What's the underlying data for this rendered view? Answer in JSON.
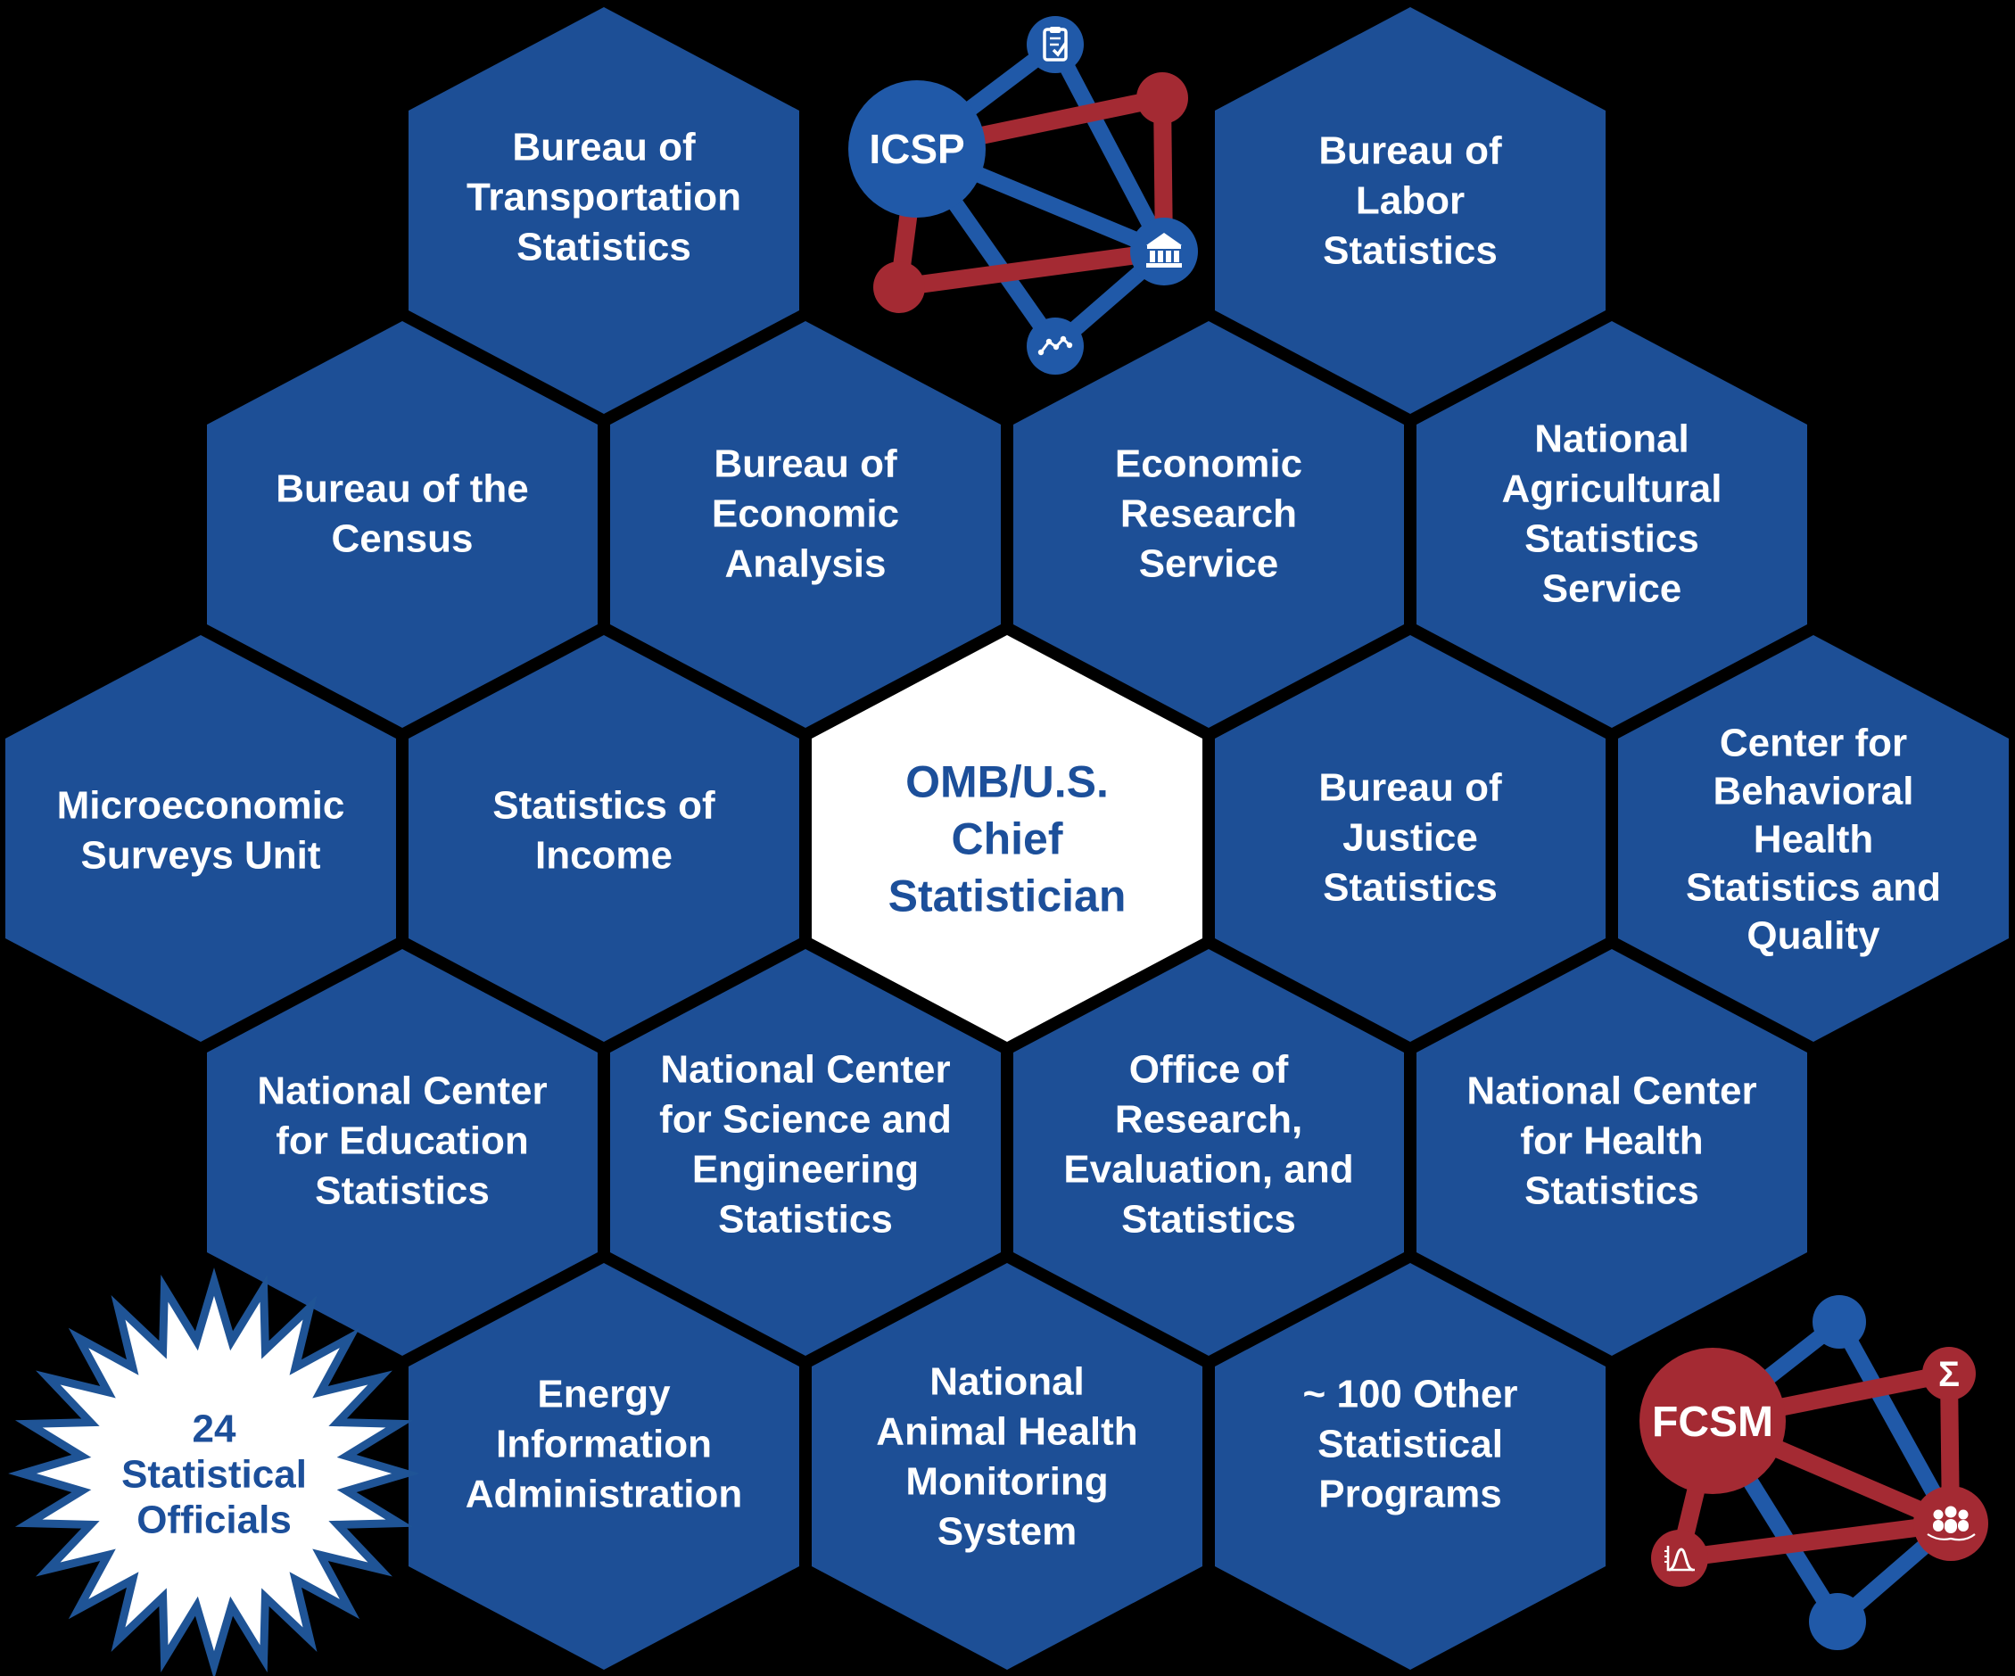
{
  "colors": {
    "background": "#000000",
    "hexagon_blue": "#1D4F96",
    "logo_blue": "#2059A8",
    "logo_red": "#A42A33",
    "text_white": "#FFFFFF",
    "text_blue": "#1C4F9A",
    "star_outline_blue": "#1F5496"
  },
  "hexagons": [
    {
      "id": "bts",
      "lines": [
        "Bureau of",
        "Transportation",
        "Statistics"
      ]
    },
    {
      "id": "bls",
      "lines": [
        "Bureau of",
        "Labor",
        "Statistics"
      ]
    },
    {
      "id": "census",
      "lines": [
        "Bureau of the",
        "Census"
      ]
    },
    {
      "id": "bea",
      "lines": [
        "Bureau of",
        "Economic",
        "Analysis"
      ]
    },
    {
      "id": "ers",
      "lines": [
        "Economic",
        "Research",
        "Service"
      ]
    },
    {
      "id": "nass",
      "lines": [
        "National",
        "Agricultural",
        "Statistics",
        "Service"
      ]
    },
    {
      "id": "msu",
      "lines": [
        "Microeconomic",
        "Surveys Unit"
      ]
    },
    {
      "id": "soi",
      "lines": [
        "Statistics of",
        "Income"
      ]
    },
    {
      "id": "omb",
      "lines": [
        "OMB/U.S.",
        "Chief",
        "Statistician"
      ]
    },
    {
      "id": "bjs",
      "lines": [
        "Bureau of",
        "Justice",
        "Statistics"
      ]
    },
    {
      "id": "cbhsq",
      "lines": [
        "Center for",
        "Behavioral",
        "Health",
        "Statistics and",
        "Quality"
      ]
    },
    {
      "id": "nces",
      "lines": [
        "National Center",
        "for Education",
        "Statistics"
      ]
    },
    {
      "id": "ncses",
      "lines": [
        "National Center",
        "for Science and",
        "Engineering",
        "Statistics"
      ]
    },
    {
      "id": "ores",
      "lines": [
        "Office of",
        "Research,",
        "Evaluation, and",
        "Statistics"
      ]
    },
    {
      "id": "nchs",
      "lines": [
        "National Center",
        "for Health",
        "Statistics"
      ]
    },
    {
      "id": "eia",
      "lines": [
        "Energy",
        "Information",
        "Administration"
      ]
    },
    {
      "id": "nahms",
      "lines": [
        "National",
        "Animal Health",
        "Monitoring",
        "System"
      ]
    },
    {
      "id": "other",
      "lines": [
        "~ 100 Other",
        "Statistical",
        "Programs"
      ]
    }
  ],
  "star": {
    "lines": [
      "24",
      "Statistical",
      "Officials"
    ]
  },
  "logos": {
    "icsp": {
      "label": "ICSP",
      "icons": [
        "clipboard-icon",
        "government-building-icon",
        "line-chart-icon"
      ]
    },
    "fcsm": {
      "label": "FCSM",
      "sigma": "Σ",
      "icons": [
        "sigma-icon",
        "population-map-icon",
        "bell-curve-icon"
      ]
    }
  }
}
